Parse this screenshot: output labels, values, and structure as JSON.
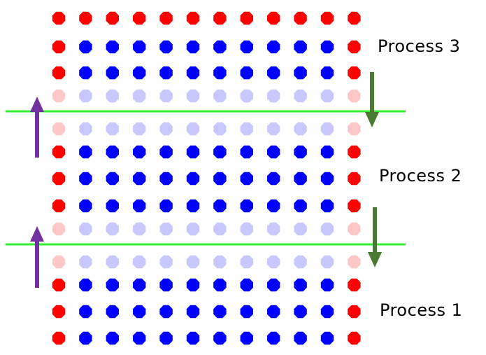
{
  "labels": {
    "process3": "Process 3",
    "process2": "Process 2",
    "process1": "Process 1"
  },
  "colors": {
    "boundary": "#ff0000",
    "interior": "#0000ff",
    "ghost_boundary": "#ffc8c8",
    "ghost_interior": "#c8c8ff",
    "divider": "#33ee33",
    "send_down_arrow": "#4a7a30",
    "send_up_arrow": "#7030a0"
  },
  "grid": {
    "columns": 12,
    "rows_top_to_bottom": [
      "boundary",
      "active",
      "active",
      "ghost",
      "ghost",
      "active",
      "active",
      "active",
      "ghost",
      "ghost",
      "active",
      "active",
      "active"
    ]
  },
  "dividers": 2,
  "arrows": [
    {
      "direction": "down",
      "icon": "arrow-down-icon"
    },
    {
      "direction": "up",
      "icon": "arrow-up-icon"
    },
    {
      "direction": "down",
      "icon": "arrow-down-icon"
    },
    {
      "direction": "up",
      "icon": "arrow-up-icon"
    }
  ]
}
